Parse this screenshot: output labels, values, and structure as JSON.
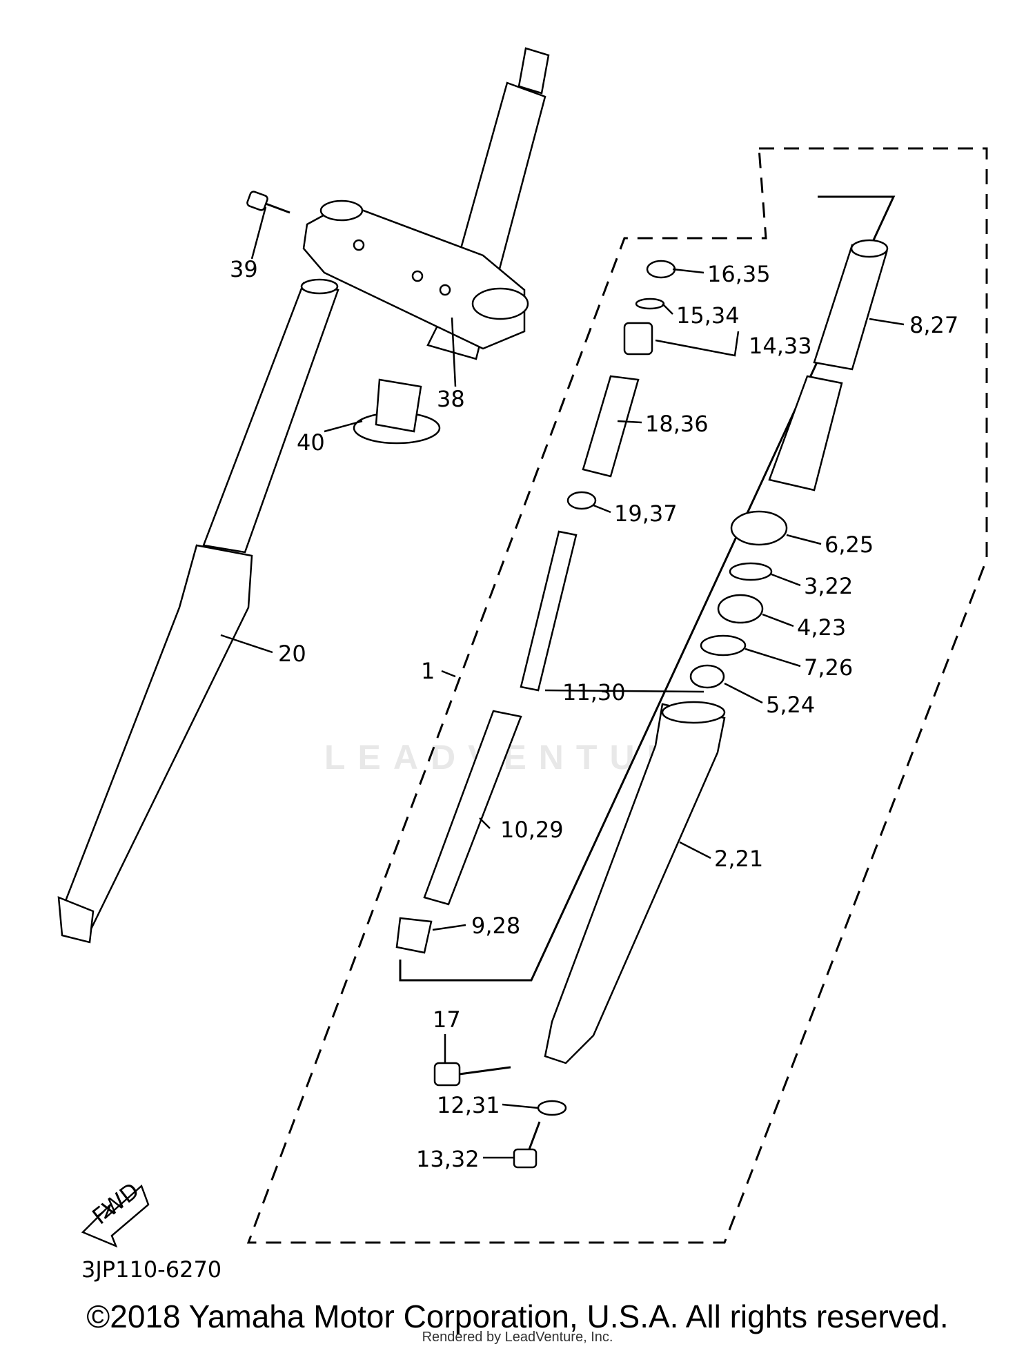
{
  "diagram": {
    "drawing_code": "3JP110-6270",
    "fwd_label": "FWD",
    "watermark": "LEADVENTURE",
    "parts": [
      {
        "id": "p1",
        "label": "1"
      },
      {
        "id": "p2_21",
        "label": "2,21"
      },
      {
        "id": "p3_22",
        "label": "3,22"
      },
      {
        "id": "p4_23",
        "label": "4,23"
      },
      {
        "id": "p5_24",
        "label": "5,24"
      },
      {
        "id": "p6_25",
        "label": "6,25"
      },
      {
        "id": "p7_26",
        "label": "7,26"
      },
      {
        "id": "p8_27",
        "label": "8,27"
      },
      {
        "id": "p9_28",
        "label": "9,28"
      },
      {
        "id": "p10_29",
        "label": "10,29"
      },
      {
        "id": "p11_30",
        "label": "11,30"
      },
      {
        "id": "p12_31",
        "label": "12,31"
      },
      {
        "id": "p13_32",
        "label": "13,32"
      },
      {
        "id": "p14_33",
        "label": "14,33"
      },
      {
        "id": "p15_34",
        "label": "15,34"
      },
      {
        "id": "p16_35",
        "label": "16,35"
      },
      {
        "id": "p17",
        "label": "17"
      },
      {
        "id": "p18_36",
        "label": "18,36"
      },
      {
        "id": "p19_37",
        "label": "19,37"
      },
      {
        "id": "p20",
        "label": "20"
      },
      {
        "id": "p38",
        "label": "38"
      },
      {
        "id": "p39",
        "label": "39"
      },
      {
        "id": "p40",
        "label": "40"
      }
    ]
  },
  "footer": {
    "copyright": "©2018 Yamaha Motor Corporation, U.S.A. All rights reserved.",
    "rendered_by": "Rendered by LeadVenture, Inc."
  }
}
